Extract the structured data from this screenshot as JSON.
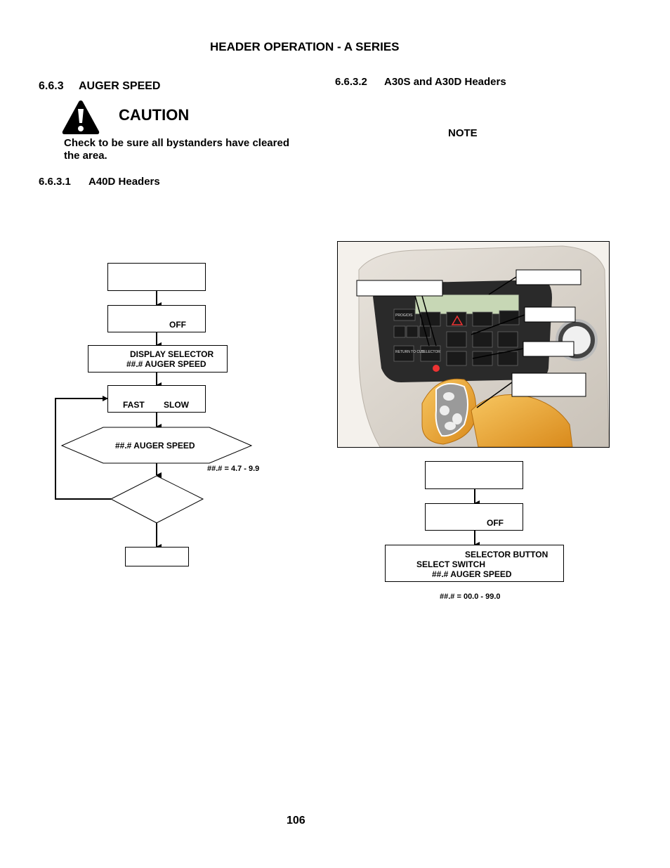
{
  "header": {
    "title": "HEADER OPERATION - A SERIES"
  },
  "section": {
    "number": "6.6.3",
    "title": "AUGER SPEED"
  },
  "caution": {
    "title": "CAUTION",
    "text_line1": "Check to be sure all bystanders have cleared",
    "text_line2": "the area."
  },
  "sub1": {
    "number": "6.6.3.1",
    "title": "A40D Headers"
  },
  "sub2": {
    "number": "6.6.3.2",
    "title": "A30S and A30D Headers",
    "note": "NOTE"
  },
  "flow_a40d": {
    "box2_text": "OFF",
    "box3_line1": "DISPLAY SELECTOR",
    "box3_line2": "##.# AUGER SPEED",
    "box4_fast": "FAST",
    "box4_slow": "SLOW",
    "hex_text": "##.# AUGER SPEED",
    "range": "##.# = 4.7 - 9.9"
  },
  "flow_a30": {
    "box2_text": "OFF",
    "box3_line1": "SELECTOR BUTTON",
    "box3_line2": "SELECT SWITCH",
    "box3_line3": "##.# AUGER SPEED",
    "range": "##.# = 00.0 - 99.0"
  },
  "panel": {
    "label_progrd": "PROG/DIS",
    "label_return": "RETURN TO CUT",
    "label_selector": "SELECTOR"
  },
  "page_number": "106"
}
